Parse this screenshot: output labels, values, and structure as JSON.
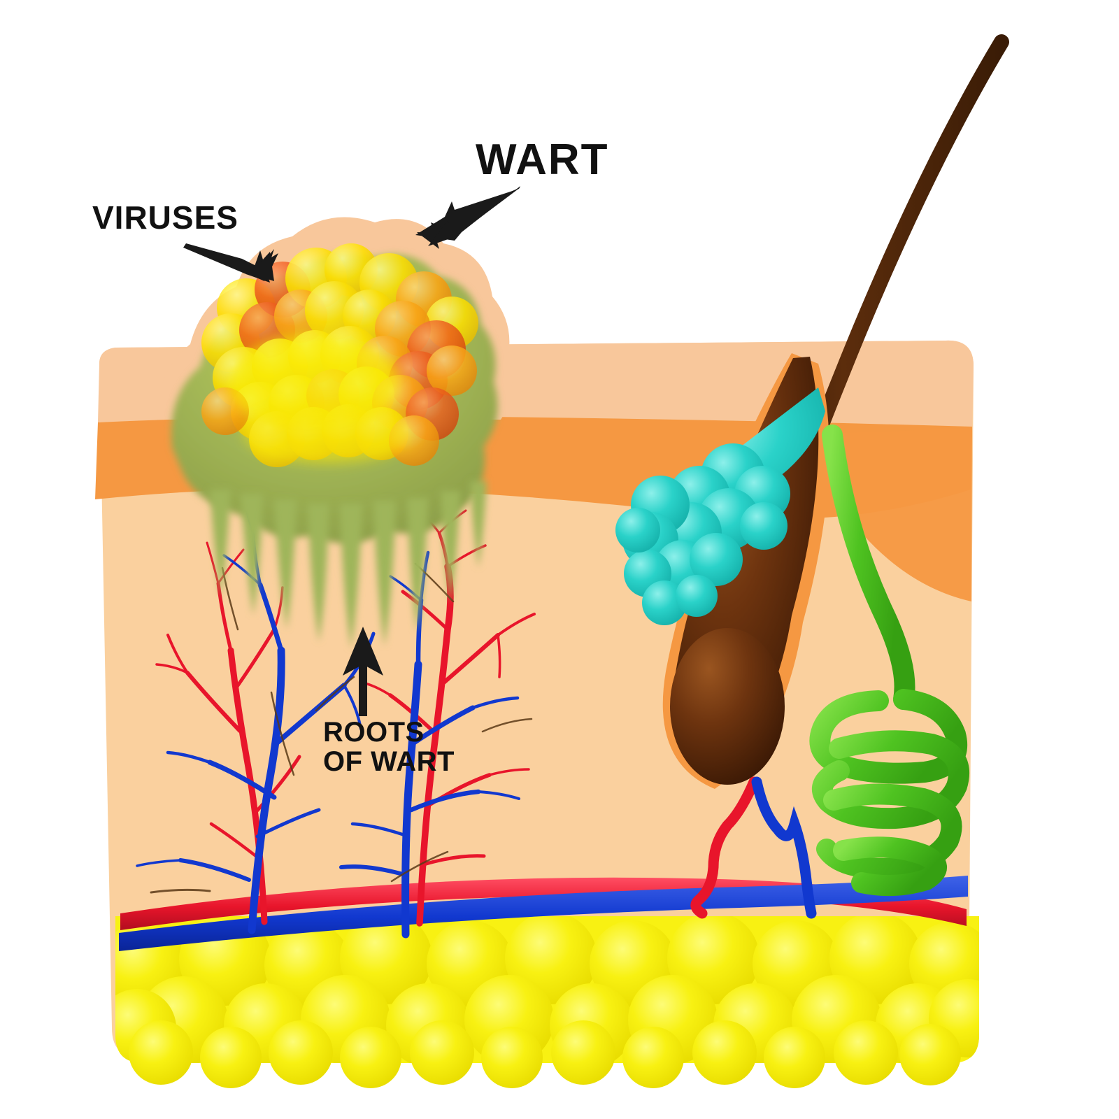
{
  "diagram": {
    "title": "Wart (verruca) in skin cross-section",
    "background_color": "#ffffff"
  },
  "labels": {
    "wart": "WART",
    "viruses": "VIRUSES",
    "roots_of_wart": "ROOTS\nOF WART"
  },
  "annotations": [
    {
      "name": "wart-arrow",
      "label": "WART",
      "direction": "down-left",
      "points_to": "wart-bump-surface"
    },
    {
      "name": "viruses-arrow",
      "label": "VIRUSES",
      "direction": "down-right",
      "points_to": "virus-cluster"
    },
    {
      "name": "roots-arrow",
      "label": "ROOTS OF WART",
      "direction": "up",
      "points_to": "wart-root-projections"
    }
  ],
  "structures": [
    {
      "name": "epidermis",
      "label": "epidermis",
      "color": "#f8c79b"
    },
    {
      "name": "epidermis-band",
      "label": "stratum band",
      "color": "#f59842"
    },
    {
      "name": "dermis",
      "label": "dermis",
      "color": "#fad09e"
    },
    {
      "name": "wart-bump",
      "label": "wart",
      "color": "#f8c79b"
    },
    {
      "name": "wart-mass",
      "label": "wart tissue",
      "color": "#9fb55a"
    },
    {
      "name": "wart-roots",
      "label": "roots of wart",
      "color": "#9fb55a"
    },
    {
      "name": "virus-cluster",
      "label": "viruses (HPV particles)",
      "colors": [
        "#ffe600",
        "#ffb300",
        "#f4601a"
      ]
    },
    {
      "name": "artery",
      "label": "artery",
      "color": "#e8152b"
    },
    {
      "name": "vein",
      "label": "vein",
      "color": "#1138cf"
    },
    {
      "name": "hair-shaft",
      "label": "hair",
      "color": "#4a2408"
    },
    {
      "name": "hair-follicle",
      "label": "hair follicle",
      "color": "#6d3410"
    },
    {
      "name": "sebaceous-gland",
      "label": "sebaceous gland",
      "color": "#2ad2c9"
    },
    {
      "name": "sweat-gland",
      "label": "sweat gland",
      "color": "#4fc321"
    },
    {
      "name": "subcutaneous-fat",
      "label": "subcutaneous fat",
      "color": "#f5ec00"
    }
  ],
  "colors": {
    "epidermis_light": "#f8c79b",
    "epidermis_band": "#f59842",
    "dermis": "#fad09e",
    "wart_green": "#9fb55a",
    "wart_green_dark": "#8a9e4a",
    "virus_yellow": "#ffe600",
    "virus_orange": "#ffa412",
    "virus_red": "#ef4a12",
    "artery_red": "#e8152b",
    "vein_blue": "#1138cf",
    "hair_brown": "#4a2408",
    "follicle_brown": "#7a3a12",
    "sebaceous_cyan": "#2ad2c9",
    "sweat_green": "#4fc321",
    "fat_yellow": "#f5ec00",
    "label_black": "#111111"
  }
}
